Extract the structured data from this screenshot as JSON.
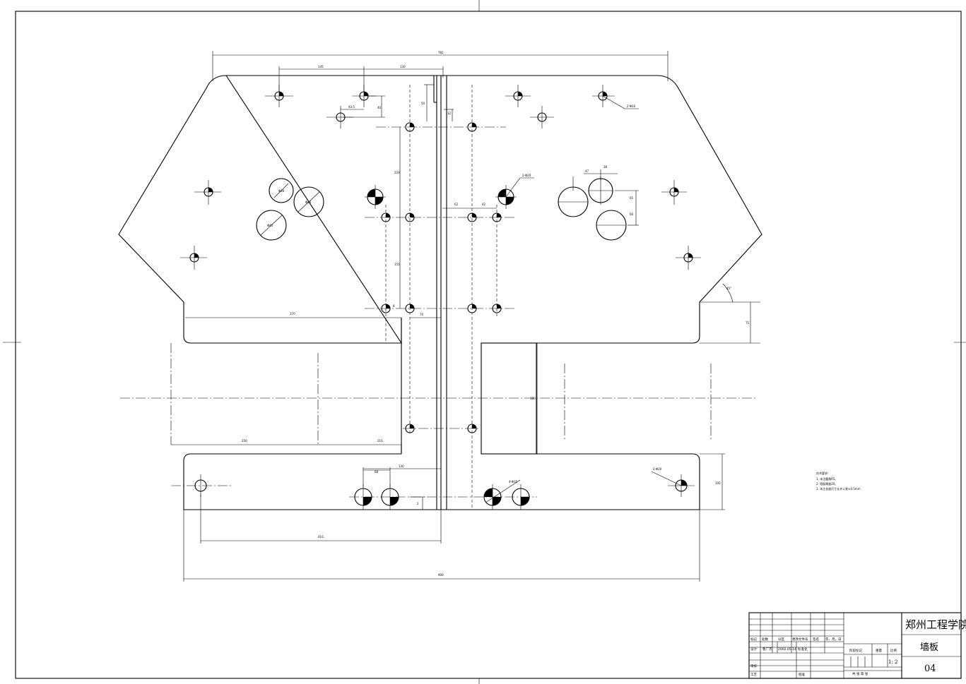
{
  "title_block": {
    "school": "郑州工程学院",
    "part_name": "墙板",
    "drawing_no": "04",
    "scale_label": "比例",
    "scale": "1: 2",
    "weight_label": "重量",
    "stage_label": "阶段标记",
    "sign_labels": [
      "标记",
      "处数",
      "分区",
      "更改文件号",
      "签名",
      "年、月、日"
    ],
    "design_label": "设计",
    "designer": "鲁广杰",
    "date": "2002.05.14",
    "std_label": "标准化",
    "review_label": "审核",
    "process_label": "工艺",
    "approve_label": "批准",
    "sheet_text": "共 张 第 张"
  },
  "notes": {
    "heading": "技术要求:",
    "lines": [
      "1. 未注圆角R5。",
      "2. 墙板厚度20。",
      "3. 未注长度尺寸允许公差±0.5mm"
    ]
  },
  "dims": {
    "d_top": "782",
    "d_145": "145",
    "d_130": "130",
    "d_93": "93.5",
    "d_v40": "40",
    "d_v50": "50",
    "d_v32": "32",
    "d_2phi10": "2-Φ10",
    "d_2phi20": "2-Φ20",
    "d_v220": "220",
    "d_62": "62",
    "d_42": "42",
    "d_47": "47",
    "d_38": "38",
    "d_v65": "65",
    "d_v60": "60",
    "d_v155": "155",
    "d_8": "8",
    "d_370": "370",
    "d_70": "70",
    "d_45deg": "45°",
    "d_v75": "75",
    "d_v180": "180",
    "d_250": "250",
    "d_210": "210",
    "d_68": "68",
    "d_130b": "130",
    "d_v2": "2",
    "d_4phi35": "4-Φ35",
    "d_2phi20b": "2-Φ20",
    "d_v105": "105",
    "d_410": "410",
    "d_900": "900",
    "d_phi1": "Φ36",
    "d_phi2": "Φ40",
    "d_phi3": "Φ45"
  }
}
